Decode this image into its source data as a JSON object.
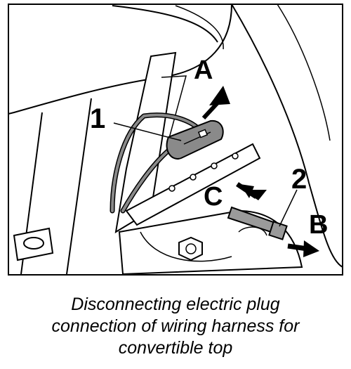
{
  "figure": {
    "callouts": {
      "a": "A",
      "b": "B",
      "c": "C",
      "one": "1",
      "two": "2"
    },
    "colors": {
      "line": "#000000",
      "harness_fill": "#8a8a8a",
      "strap_fill": "#9a9a9a",
      "paper": "#ffffff"
    }
  },
  "caption": {
    "text": "Disconnecting electric plug\nconnection of wiring harness for\nconvertible top"
  }
}
